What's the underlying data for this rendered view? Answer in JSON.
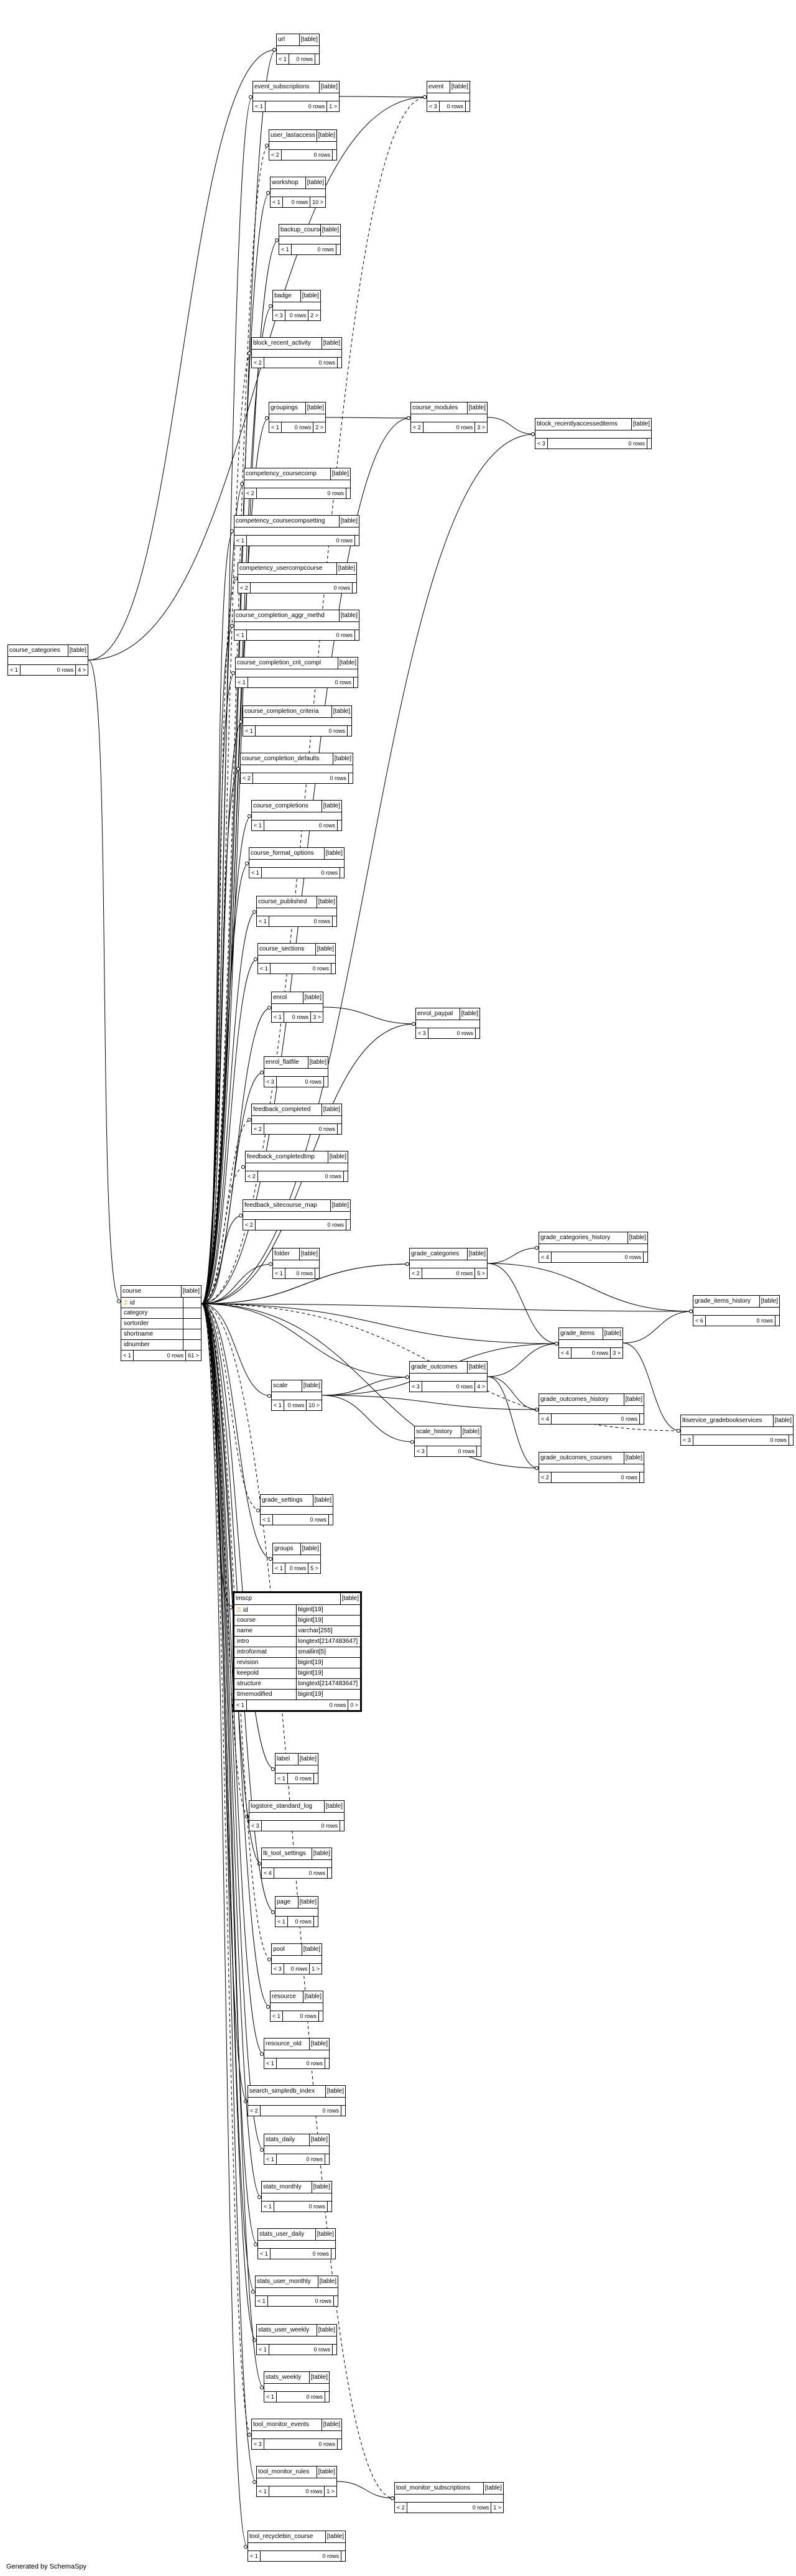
{
  "footer": "Generated by SchemaSpy",
  "colors": {
    "line": "#000000",
    "key_icon": "#c9a400",
    "background": "#ffffff"
  },
  "tables": [
    {
      "id": "url",
      "name": "url",
      "type": "[table]",
      "parents": "< 1",
      "rows": "0 rows",
      "children": ""
    },
    {
      "id": "event_subscriptions",
      "name": "event_subscriptions",
      "type": "[table]",
      "parents": "< 1",
      "rows": "0 rows",
      "children": "1 >"
    },
    {
      "id": "event",
      "name": "event",
      "type": "[table]",
      "parents": "< 3",
      "rows": "0 rows",
      "children": ""
    },
    {
      "id": "user_lastaccess",
      "name": "user_lastaccess",
      "type": "[table]",
      "parents": "< 2",
      "rows": "0 rows",
      "children": ""
    },
    {
      "id": "workshop",
      "name": "workshop",
      "type": "[table]",
      "parents": "< 1",
      "rows": "0 rows",
      "children": "10 >"
    },
    {
      "id": "backup_courses",
      "name": "backup_courses",
      "type": "[table]",
      "parents": "< 1",
      "rows": "0 rows",
      "children": ""
    },
    {
      "id": "badge",
      "name": "badge",
      "type": "[table]",
      "parents": "< 3",
      "rows": "0 rows",
      "children": "2 >"
    },
    {
      "id": "block_recent_activity",
      "name": "block_recent_activity",
      "type": "[table]",
      "parents": "< 2",
      "rows": "0 rows",
      "children": ""
    },
    {
      "id": "groupings",
      "name": "groupings",
      "type": "[table]",
      "parents": "< 1",
      "rows": "0 rows",
      "children": "2 >"
    },
    {
      "id": "course_modules",
      "name": "course_modules",
      "type": "[table]",
      "parents": "< 2",
      "rows": "0 rows",
      "children": "3 >"
    },
    {
      "id": "block_recentlyaccesseditems",
      "name": "block_recentlyaccesseditems",
      "type": "[table]",
      "parents": "< 3",
      "rows": "0 rows",
      "children": ""
    },
    {
      "id": "competency_coursecomp",
      "name": "competency_coursecomp",
      "type": "[table]",
      "parents": "< 2",
      "rows": "0 rows",
      "children": ""
    },
    {
      "id": "competency_coursecompsetting",
      "name": "competency_coursecompsetting",
      "type": "[table]",
      "parents": "< 1",
      "rows": "0 rows",
      "children": ""
    },
    {
      "id": "competency_usercompcourse",
      "name": "competency_usercompcourse",
      "type": "[table]",
      "parents": "< 2",
      "rows": "0 rows",
      "children": ""
    },
    {
      "id": "course_completion_aggr_methd",
      "name": "course_completion_aggr_methd",
      "type": "[table]",
      "parents": "< 1",
      "rows": "0 rows",
      "children": ""
    },
    {
      "id": "course_completion_crit_compl",
      "name": "course_completion_crit_compl",
      "type": "[table]",
      "parents": "< 1",
      "rows": "0 rows",
      "children": ""
    },
    {
      "id": "course_completion_criteria",
      "name": "course_completion_criteria",
      "type": "[table]",
      "parents": "< 1",
      "rows": "0 rows",
      "children": ""
    },
    {
      "id": "course_completion_defaults",
      "name": "course_completion_defaults",
      "type": "[table]",
      "parents": "< 2",
      "rows": "0 rows",
      "children": ""
    },
    {
      "id": "course_completions",
      "name": "course_completions",
      "type": "[table]",
      "parents": "< 1",
      "rows": "0 rows",
      "children": ""
    },
    {
      "id": "course_format_options",
      "name": "course_format_options",
      "type": "[table]",
      "parents": "< 1",
      "rows": "0 rows",
      "children": ""
    },
    {
      "id": "course_published",
      "name": "course_published",
      "type": "[table]",
      "parents": "< 1",
      "rows": "0 rows",
      "children": ""
    },
    {
      "id": "course_sections",
      "name": "course_sections",
      "type": "[table]",
      "parents": "< 1",
      "rows": "0 rows",
      "children": ""
    },
    {
      "id": "enrol",
      "name": "enrol",
      "type": "[table]",
      "parents": "< 1",
      "rows": "0 rows",
      "children": "3 >"
    },
    {
      "id": "enrol_paypal",
      "name": "enrol_paypal",
      "type": "[table]",
      "parents": "< 3",
      "rows": "0 rows",
      "children": ""
    },
    {
      "id": "enrol_flatfile",
      "name": "enrol_flatfile",
      "type": "[table]",
      "parents": "< 3",
      "rows": "0 rows",
      "children": ""
    },
    {
      "id": "feedback_completed",
      "name": "feedback_completed",
      "type": "[table]",
      "parents": "< 2",
      "rows": "0 rows",
      "children": ""
    },
    {
      "id": "feedback_completedtmp",
      "name": "feedback_completedtmp",
      "type": "[table]",
      "parents": "< 2",
      "rows": "0 rows",
      "children": ""
    },
    {
      "id": "feedback_sitecourse_map",
      "name": "feedback_sitecourse_map",
      "type": "[table]",
      "parents": "< 2",
      "rows": "0 rows",
      "children": ""
    },
    {
      "id": "folder",
      "name": "folder",
      "type": "[table]",
      "parents": "< 1",
      "rows": "0 rows",
      "children": ""
    },
    {
      "id": "grade_categories",
      "name": "grade_categories",
      "type": "[table]",
      "parents": "< 2",
      "rows": "0 rows",
      "children": "5 >"
    },
    {
      "id": "grade_categories_history",
      "name": "grade_categories_history",
      "type": "[table]",
      "parents": "< 4",
      "rows": "0 rows",
      "children": ""
    },
    {
      "id": "grade_items_history",
      "name": "grade_items_history",
      "type": "[table]",
      "parents": "< 6",
      "rows": "0 rows",
      "children": ""
    },
    {
      "id": "grade_items",
      "name": "grade_items",
      "type": "[table]",
      "parents": "< 4",
      "rows": "0 rows",
      "children": "3 >"
    },
    {
      "id": "course_categories",
      "name": "course_categories",
      "type": "[table]",
      "parents": "< 1",
      "rows": "0 rows",
      "children": "4 >"
    },
    {
      "id": "scale",
      "name": "scale",
      "type": "[table]",
      "parents": "< 1",
      "rows": "0 rows",
      "children": "10 >"
    },
    {
      "id": "grade_outcomes",
      "name": "grade_outcomes",
      "type": "[table]",
      "parents": "< 3",
      "rows": "0 rows",
      "children": "4 >"
    },
    {
      "id": "grade_outcomes_history",
      "name": "grade_outcomes_history",
      "type": "[table]",
      "parents": "< 4",
      "rows": "0 rows",
      "children": ""
    },
    {
      "id": "ltiservice_gradebookservices",
      "name": "ltiservice_gradebookservices",
      "type": "[table]",
      "parents": "< 3",
      "rows": "0 rows",
      "children": ""
    },
    {
      "id": "scale_history",
      "name": "scale_history",
      "type": "[table]",
      "parents": "< 3",
      "rows": "0 rows",
      "children": ""
    },
    {
      "id": "grade_outcomes_courses",
      "name": "grade_outcomes_courses",
      "type": "[table]",
      "parents": "< 2",
      "rows": "0 rows",
      "children": ""
    },
    {
      "id": "grade_settings",
      "name": "grade_settings",
      "type": "[table]",
      "parents": "< 1",
      "rows": "0 rows",
      "children": ""
    },
    {
      "id": "groups",
      "name": "groups",
      "type": "[table]",
      "parents": "< 1",
      "rows": "0 rows",
      "children": "5 >"
    },
    {
      "id": "label",
      "name": "label",
      "type": "[table]",
      "parents": "< 1",
      "rows": "0 rows",
      "children": ""
    },
    {
      "id": "logstore_standard_log",
      "name": "logstore_standard_log",
      "type": "[table]",
      "parents": "< 3",
      "rows": "0 rows",
      "children": ""
    },
    {
      "id": "lti_tool_settings",
      "name": "lti_tool_settings",
      "type": "[table]",
      "parents": "< 4",
      "rows": "0 rows",
      "children": ""
    },
    {
      "id": "page",
      "name": "page",
      "type": "[table]",
      "parents": "< 1",
      "rows": "0 rows",
      "children": ""
    },
    {
      "id": "pool",
      "name": "pool",
      "type": "[table]",
      "parents": "< 3",
      "rows": "0 rows",
      "children": "1 >"
    },
    {
      "id": "resource",
      "name": "resource",
      "type": "[table]",
      "parents": "< 1",
      "rows": "0 rows",
      "children": ""
    },
    {
      "id": "resource_old",
      "name": "resource_old",
      "type": "[table]",
      "parents": "< 1",
      "rows": "0 rows",
      "children": ""
    },
    {
      "id": "search_simpledb_index",
      "name": "search_simpledb_index",
      "type": "[table]",
      "parents": "< 2",
      "rows": "0 rows",
      "children": ""
    },
    {
      "id": "stats_daily",
      "name": "stats_daily",
      "type": "[table]",
      "parents": "< 1",
      "rows": "0 rows",
      "children": ""
    },
    {
      "id": "stats_monthly",
      "name": "stats_monthly",
      "type": "[table]",
      "parents": "< 1",
      "rows": "0 rows",
      "children": ""
    },
    {
      "id": "stats_user_daily",
      "name": "stats_user_daily",
      "type": "[table]",
      "parents": "< 1",
      "rows": "0 rows",
      "children": ""
    },
    {
      "id": "stats_user_monthly",
      "name": "stats_user_monthly",
      "type": "[table]",
      "parents": "< 1",
      "rows": "0 rows",
      "children": ""
    },
    {
      "id": "stats_user_weekly",
      "name": "stats_user_weekly",
      "type": "[table]",
      "parents": "< 1",
      "rows": "0 rows",
      "children": ""
    },
    {
      "id": "stats_weekly",
      "name": "stats_weekly",
      "type": "[table]",
      "parents": "< 1",
      "rows": "0 rows",
      "children": ""
    },
    {
      "id": "tool_monitor_events",
      "name": "tool_monitor_events",
      "type": "[table]",
      "parents": "< 3",
      "rows": "0 rows",
      "children": ""
    },
    {
      "id": "tool_monitor_rules",
      "name": "tool_monitor_rules",
      "type": "[table]",
      "parents": "< 1",
      "rows": "0 rows",
      "children": "1 >"
    },
    {
      "id": "tool_monitor_subscriptions",
      "name": "tool_monitor_subscriptions",
      "type": "[table]",
      "parents": "< 2",
      "rows": "0 rows",
      "children": "1 >"
    },
    {
      "id": "tool_recyclebin_course",
      "name": "tool_recyclebin_course",
      "type": "[table]",
      "parents": "< 1",
      "rows": "0 rows",
      "children": ""
    },
    {
      "id": "course",
      "name": "course",
      "type": "[table]",
      "parents": "< 1",
      "rows": "0 rows",
      "children": "61 >",
      "columns": [
        {
          "name": "id",
          "type": "",
          "key": true
        },
        {
          "name": "category",
          "type": ""
        },
        {
          "name": "sortorder",
          "type": ""
        },
        {
          "name": "shortname",
          "type": ""
        },
        {
          "name": "idnumber",
          "type": ""
        }
      ]
    },
    {
      "id": "imscp",
      "name": "imscp",
      "type": "[table]",
      "parents": "< 1",
      "rows": "0 rows",
      "children": "0 >",
      "focus": true,
      "columns": [
        {
          "name": "id",
          "type": "bigint[19]",
          "key": true
        },
        {
          "name": "course",
          "type": "bigint[19]"
        },
        {
          "name": "name",
          "type": "varchar[255]"
        },
        {
          "name": "intro",
          "type": "longtext[2147483647]"
        },
        {
          "name": "introformat",
          "type": "smallint[5]"
        },
        {
          "name": "revision",
          "type": "bigint[19]"
        },
        {
          "name": "keepold",
          "type": "bigint[19]"
        },
        {
          "name": "structure",
          "type": "longtext[2147483647]"
        },
        {
          "name": "timemodified",
          "type": "bigint[19]"
        }
      ]
    }
  ]
}
